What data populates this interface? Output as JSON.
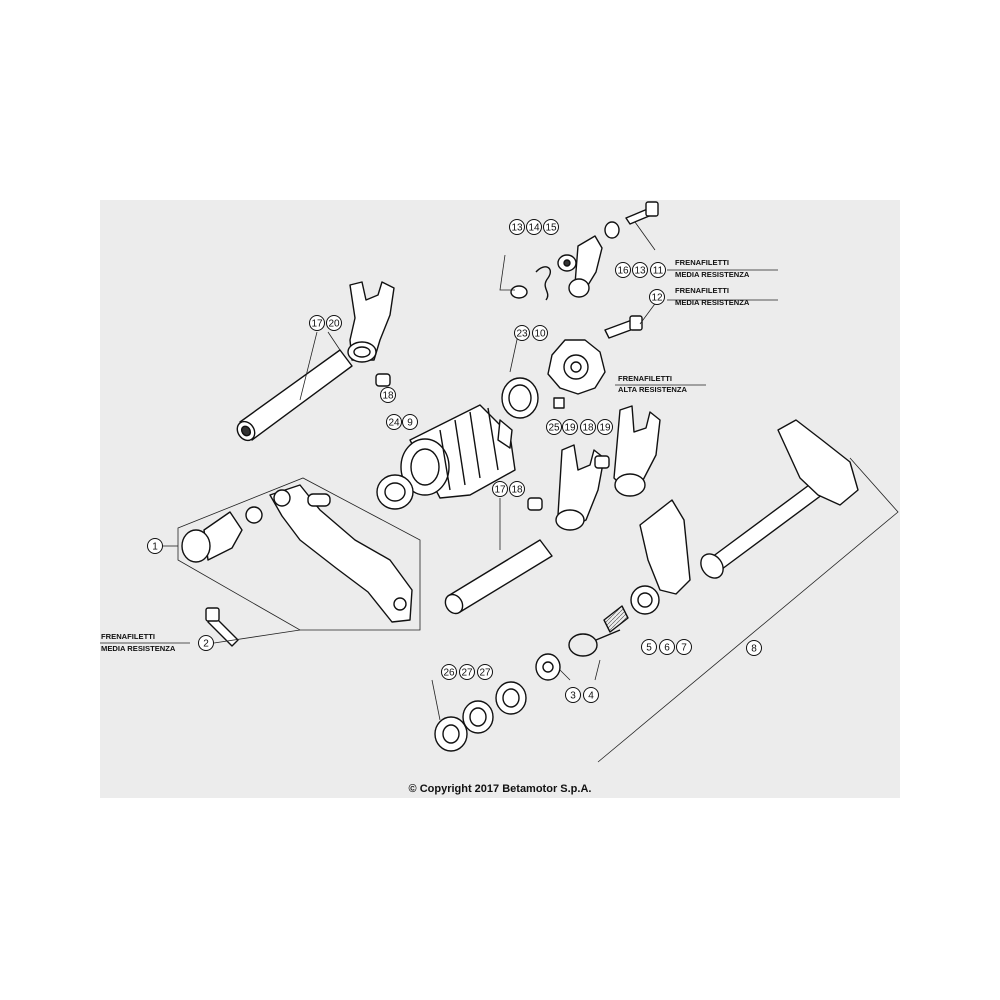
{
  "diagram": {
    "callouts": [
      {
        "id": "c1",
        "label": "1"
      },
      {
        "id": "c2",
        "label": "2"
      },
      {
        "id": "c3",
        "label": "3"
      },
      {
        "id": "c4",
        "label": "4"
      },
      {
        "id": "c5",
        "label": "5"
      },
      {
        "id": "c6",
        "label": "6"
      },
      {
        "id": "c7",
        "label": "7"
      },
      {
        "id": "c8",
        "label": "8"
      },
      {
        "id": "c9",
        "label": "9"
      },
      {
        "id": "c10",
        "label": "10"
      },
      {
        "id": "c11",
        "label": "11"
      },
      {
        "id": "c12",
        "label": "12"
      },
      {
        "id": "c13a",
        "label": "13"
      },
      {
        "id": "c13b",
        "label": "13"
      },
      {
        "id": "c14",
        "label": "14"
      },
      {
        "id": "c15",
        "label": "15"
      },
      {
        "id": "c16",
        "label": "16"
      },
      {
        "id": "c17a",
        "label": "17"
      },
      {
        "id": "c17b",
        "label": "17"
      },
      {
        "id": "c18a",
        "label": "18"
      },
      {
        "id": "c18b",
        "label": "18"
      },
      {
        "id": "c18c",
        "label": "18"
      },
      {
        "id": "c19a",
        "label": "19"
      },
      {
        "id": "c19b",
        "label": "19"
      },
      {
        "id": "c20",
        "label": "20"
      },
      {
        "id": "c23",
        "label": "23"
      },
      {
        "id": "c24",
        "label": "24"
      },
      {
        "id": "c25",
        "label": "25"
      },
      {
        "id": "c26",
        "label": "26"
      },
      {
        "id": "c27a",
        "label": "27"
      },
      {
        "id": "c27b",
        "label": "27"
      }
    ],
    "notes": {
      "n11": [
        "FRENAFILETTI",
        "MEDIA RESISTENZA"
      ],
      "n12": [
        "FRENAFILETTI",
        "MEDIA RESISTENZA"
      ],
      "n25": [
        "FRENAFILETTI",
        "ALTA RESISTENZA"
      ],
      "n2": [
        "FRENAFILETTI",
        "MEDIA RESISTENZA"
      ]
    },
    "copyright": "© Copyright 2017 Betamotor S.p.A."
  }
}
